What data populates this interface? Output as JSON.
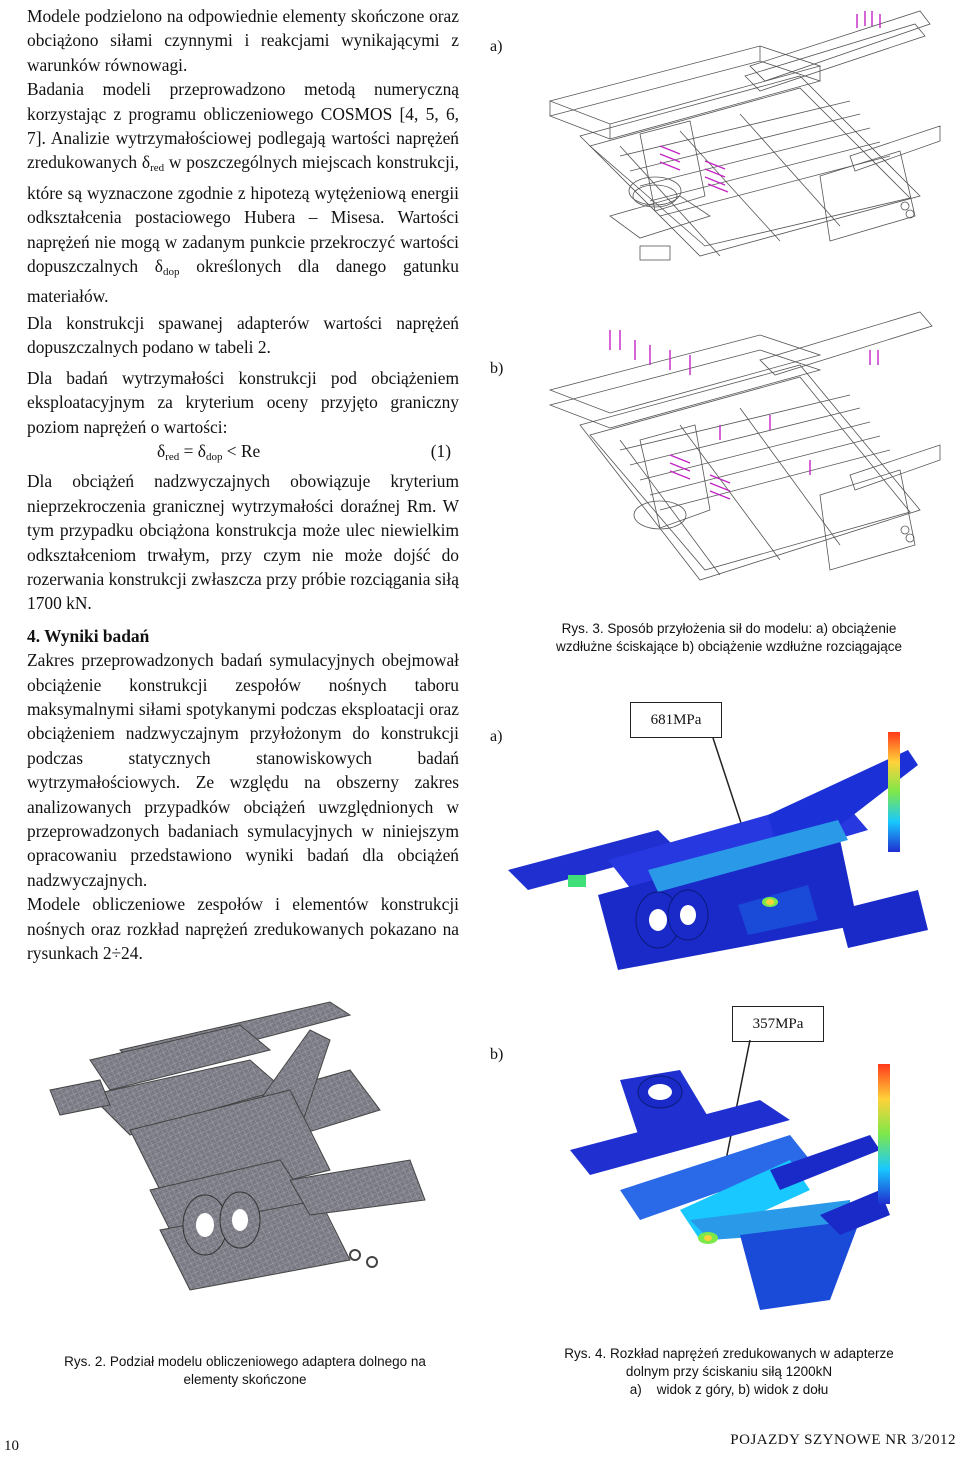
{
  "left_column": {
    "p1": "Modele podzielono na odpowiednie elementy skończone oraz obciążono siłami czynnymi i reakcjami wynikającymi z warunków równowagi.",
    "p2_a": "Badania modeli przeprowadzono metodą numeryczną korzystając z programu obliczeniowego COSMOS [4, 5, 6, 7]. Analizie wytrzymałościowej podlegają wartości naprężeń zredukowanych δ",
    "p2_sub_red": "red",
    "p2_b": " w poszczególnych miejscach konstrukcji, które są wyznaczone zgodnie z hipotezą wytężeniową energii odkształcenia postaciowego Hubera – Misesa. Wartości naprężeń nie mogą w zadanym punkcie przekroczyć wartości dopuszczalnych δ",
    "p2_sub_dop": "dop",
    "p2_c": " określonych dla danego gatunku materiałów.",
    "p3": "Dla konstrukcji spawanej adapterów wartości naprężeń dopuszczalnych podano w tabeli 2.",
    "p4": "Dla badań wytrzymałości konstrukcji pod obciążeniem eksploatacyjnym za kryterium oceny przyjęto graniczny poziom naprężeń o wartości:",
    "eq_delta1": "δ",
    "eq_sub1": "red",
    "eq_mid": " = δ",
    "eq_sub2": "dop",
    "eq_end": " < Re",
    "eq_number": "(1)",
    "p5": "Dla obciążeń nadzwyczajnych obowiązuje kryterium nieprzekroczenia granicznej wytrzymałości doraźnej Rm. W tym przypadku obciążona konstrukcja może ulec niewielkim odkształceniom trwałym, przy czym nie może dojść do rozerwania konstrukcji zwłaszcza przy próbie rozciągania siłą 1700 kN.",
    "section_heading": "4. Wyniki badań",
    "p6": "Zakres przeprowadzonych badań symulacyjnych obejmował obciążenie konstrukcji zespołów nośnych taboru maksymalnymi siłami spotykanymi podczas eksploatacji oraz obciążeniem nadzwyczajnym przyłożonym do konstrukcji podczas statycznych stanowiskowych badań wytrzymałościowych. Ze względu na obszerny zakres analizowanych przypadków obciążeń uwzględnionych w przeprowadzonych badaniach symulacyjnych w niniejszym opracowaniu przedstawiono wyniki badań dla obciążeń nadzwyczajnych.",
    "p7": "Modele obliczeniowe zespołów i elementów konstrukcji nośnych oraz rozkład naprężeń zredukowanych pokazano na rysunkach 2÷24."
  },
  "figures": {
    "fig3": {
      "label_a": "a)",
      "label_b": "b)",
      "caption_line1": "Rys. 3. Sposób przyłożenia sił do modelu: a) obciążenie",
      "caption_line2": "wzdłużne ściskające b) obciążenie wzdłużne rozciągające"
    },
    "fig4": {
      "label_a": "a)",
      "label_b": "b)",
      "callout_a": "681MPa",
      "callout_b": "357MPa",
      "caption_line1": "Rys. 4. Rozkład naprężeń zredukowanych w adapterze",
      "caption_line2": "dolnym przy ściskaniu siłą 1200kN",
      "caption_line3_num": "a)",
      "caption_line3": "widok z góry, b) widok z dołu"
    },
    "fig2": {
      "caption_line1": "Rys. 2. Podział modelu obliczeniowego adaptera dolnego na",
      "caption_line2": "elementy skończone"
    }
  },
  "footer": {
    "page_number": "10",
    "journal": "POJAZDY SZYNOWE NR 3/2012"
  },
  "colors": {
    "stress_low": "#1f2fd0",
    "stress_mid": "#19c8ff",
    "stress_high": "#ff3a1a",
    "force_arrows": "#c424c4",
    "mesh_gray": "#7c7d86"
  }
}
